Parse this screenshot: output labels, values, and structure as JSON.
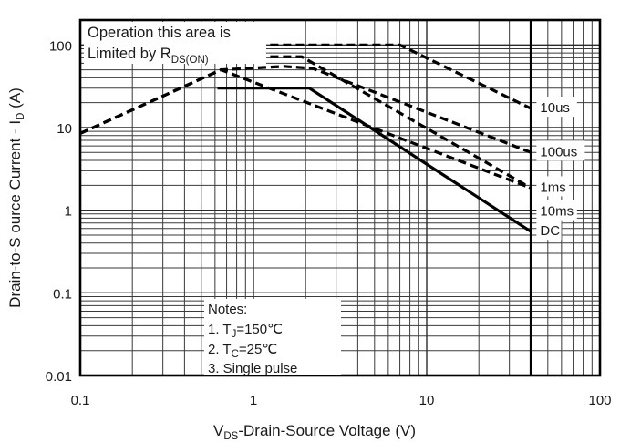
{
  "figure": {
    "y_axis_title_parts": [
      "Drain-to-S ource Current - I",
      "D",
      " (A)"
    ],
    "y_axis_title": "Drain-to-S ource Current - ID (A)",
    "x_axis_title_parts": [
      "V",
      "DS",
      "-Drain-Source Voltage (V)"
    ],
    "x_axis_title": "VDS-Drain-Source Voltage (V)",
    "annotation_line1": "Operation this area is",
    "annotation_line2_pre": "Limited  by R",
    "annotation_line2_sub": "DS(ON)",
    "notes_title": "Notes:",
    "notes": [
      "1. TJ=150℃",
      "2. TC=25℃",
      "3. Single pulse"
    ],
    "note1_pre": "1. T",
    "note1_sub": "J",
    "note1_post": "=150℃",
    "note2_pre": "2. T",
    "note2_sub": "C",
    "note2_post": "=25℃",
    "note3": "3. Single pulse",
    "line_color": "#000000",
    "grid_color": "#3a3a3a",
    "background": "#ffffff"
  },
  "chart_data": {
    "type": "line",
    "title": "",
    "xlabel": "VDS-Drain-Source Voltage (V)",
    "ylabel": "Drain-to-Source Current - ID (A)",
    "xscale": "log",
    "yscale": "log",
    "xlim": [
      0.1,
      100
    ],
    "ylim": [
      0.01,
      200
    ],
    "grid": true,
    "legend": "right-inline",
    "x_ticks": [
      "0.1",
      "1",
      "10",
      "100"
    ],
    "x_tick_values": [
      0.1,
      1,
      10,
      100
    ],
    "y_ticks": [
      "0.01",
      "0.1",
      "1",
      "10",
      "100"
    ],
    "y_tick_values": [
      0.01,
      0.1,
      1,
      10,
      100
    ],
    "rds_on_limit_note": "Operation this area is Limited by RDS(ON)",
    "breakdown_voltage_line_v": 40,
    "series": [
      {
        "name": "10us",
        "style": "dashed",
        "points": [
          [
            1.25,
            100
          ],
          [
            7.0,
            100
          ],
          [
            40,
            17
          ]
        ]
      },
      {
        "name": "100us",
        "style": "dashed",
        "points": [
          [
            0.1,
            8.5
          ],
          [
            0.65,
            50
          ],
          [
            1.5,
            55
          ],
          [
            2.2,
            52
          ],
          [
            40,
            5.0
          ]
        ]
      },
      {
        "name": "1ms",
        "style": "dashed",
        "points": [
          [
            1.25,
            72
          ],
          [
            1.9,
            72
          ],
          [
            40,
            1.85
          ]
        ]
      },
      {
        "name": "10ms",
        "style": "dashed",
        "points": [
          [
            0.1,
            8.5
          ],
          [
            0.65,
            50
          ],
          [
            40,
            1.85
          ]
        ]
      },
      {
        "name": "DC",
        "style": "solid",
        "points": [
          [
            0.62,
            30
          ],
          [
            2.1,
            30
          ],
          [
            40,
            0.55
          ]
        ]
      }
    ],
    "right_labels": [
      {
        "text": "10us",
        "y": 17
      },
      {
        "text": "100us",
        "y": 5.0
      },
      {
        "text": "1ms",
        "y": 1.85
      },
      {
        "text": "10ms",
        "y": 0.95
      },
      {
        "text": "DC",
        "y": 0.55
      }
    ],
    "annotations": [
      {
        "text": "Operation this area is",
        "x": 0.12,
        "y": 170
      },
      {
        "text": "Limited  by RDS(ON)",
        "x": 0.12,
        "y": 120
      },
      {
        "text": "Notes:",
        "x": 1.2,
        "y": 0.085
      },
      {
        "text": "1. TJ=150℃",
        "x": 1.2,
        "y": 0.055
      },
      {
        "text": "2. TC=25℃",
        "x": 1.2,
        "y": 0.035
      },
      {
        "text": "3. Single pulse",
        "x": 1.2,
        "y": 0.022
      }
    ]
  }
}
